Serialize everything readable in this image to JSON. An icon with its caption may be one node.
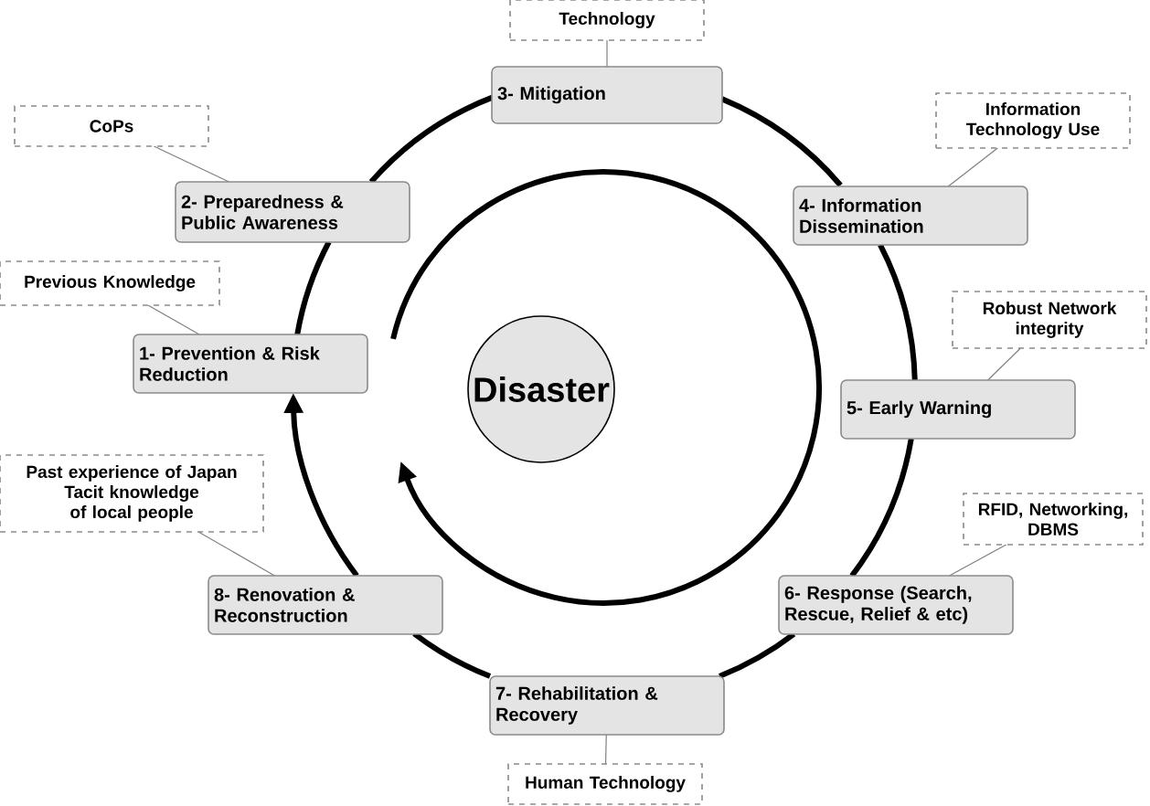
{
  "diagram": {
    "nodes": [
      {
        "text": [
          "Technology"
        ]
      },
      {
        "text": [
          "3- Mitigation"
        ]
      },
      {
        "text": [
          "Information Technology Use"
        ]
      },
      {
        "text": [
          "CoPs"
        ]
      },
      {
        "text": [
          "2- Preparedness & Public Awareness"
        ]
      },
      {
        "text": [
          "4- Information Dissemination"
        ]
      },
      {
        "text": [
          "Previous Knowledge"
        ]
      },
      {
        "text": [
          "Robust Network integrity"
        ]
      },
      {
        "text": [
          "1- Prevention & Risk Reduction"
        ]
      },
      {
        "text": [
          "Disaster"
        ]
      },
      {
        "text": [
          "5- Early Warning"
        ]
      },
      {
        "text": [
          "Past experience of Japan",
          "Tacit knowledge of local people"
        ]
      },
      {
        "text": [
          "RFID, Networking, DBMS"
        ]
      },
      {
        "text": [
          "8- Renovation & Reconstruction"
        ]
      },
      {
        "text": [
          "6- Response (Search, Rescue, Relief & etc)"
        ]
      },
      {
        "text": [
          "7- Rehabilitation & Recovery"
        ]
      },
      {
        "text": [
          "Human Technology"
        ]
      }
    ],
    "edges": [
      {
        "from": 8,
        "to": 4,
        "arrow": "none",
        "style": "thick"
      },
      {
        "from": 4,
        "to": 1,
        "arrow": "none",
        "style": "thick"
      },
      {
        "from": 1,
        "to": 5,
        "arrow": "none",
        "style": "thick"
      },
      {
        "from": 5,
        "to": 10,
        "arrow": "none",
        "style": "thick"
      },
      {
        "from": 10,
        "to": 14,
        "arrow": "none",
        "style": "thick"
      },
      {
        "from": 14,
        "to": 15,
        "arrow": "none",
        "style": "thick"
      },
      {
        "from": 15,
        "to": 13,
        "arrow": "none",
        "style": "thick"
      },
      {
        "from": 13,
        "to": 8,
        "arrow": "to",
        "style": "thick"
      },
      {
        "from": 0,
        "to": 1,
        "arrow": "none",
        "color": "#808080"
      },
      {
        "from": 2,
        "to": 5,
        "arrow": "none",
        "color": "#808080"
      },
      {
        "from": 3,
        "to": 4,
        "arrow": "none",
        "color": "#808080"
      },
      {
        "from": 6,
        "to": 8,
        "arrow": "none",
        "color": "#808080"
      },
      {
        "from": 7,
        "to": 10,
        "arrow": "none",
        "color": "#808080"
      },
      {
        "from": 11,
        "to": 13,
        "arrow": "none",
        "color": "#808080"
      },
      {
        "from": 12,
        "to": 14,
        "arrow": "none",
        "color": "#808080"
      },
      {
        "from": 16,
        "to": 15,
        "arrow": "none",
        "color": "#808080"
      }
    ]
  }
}
